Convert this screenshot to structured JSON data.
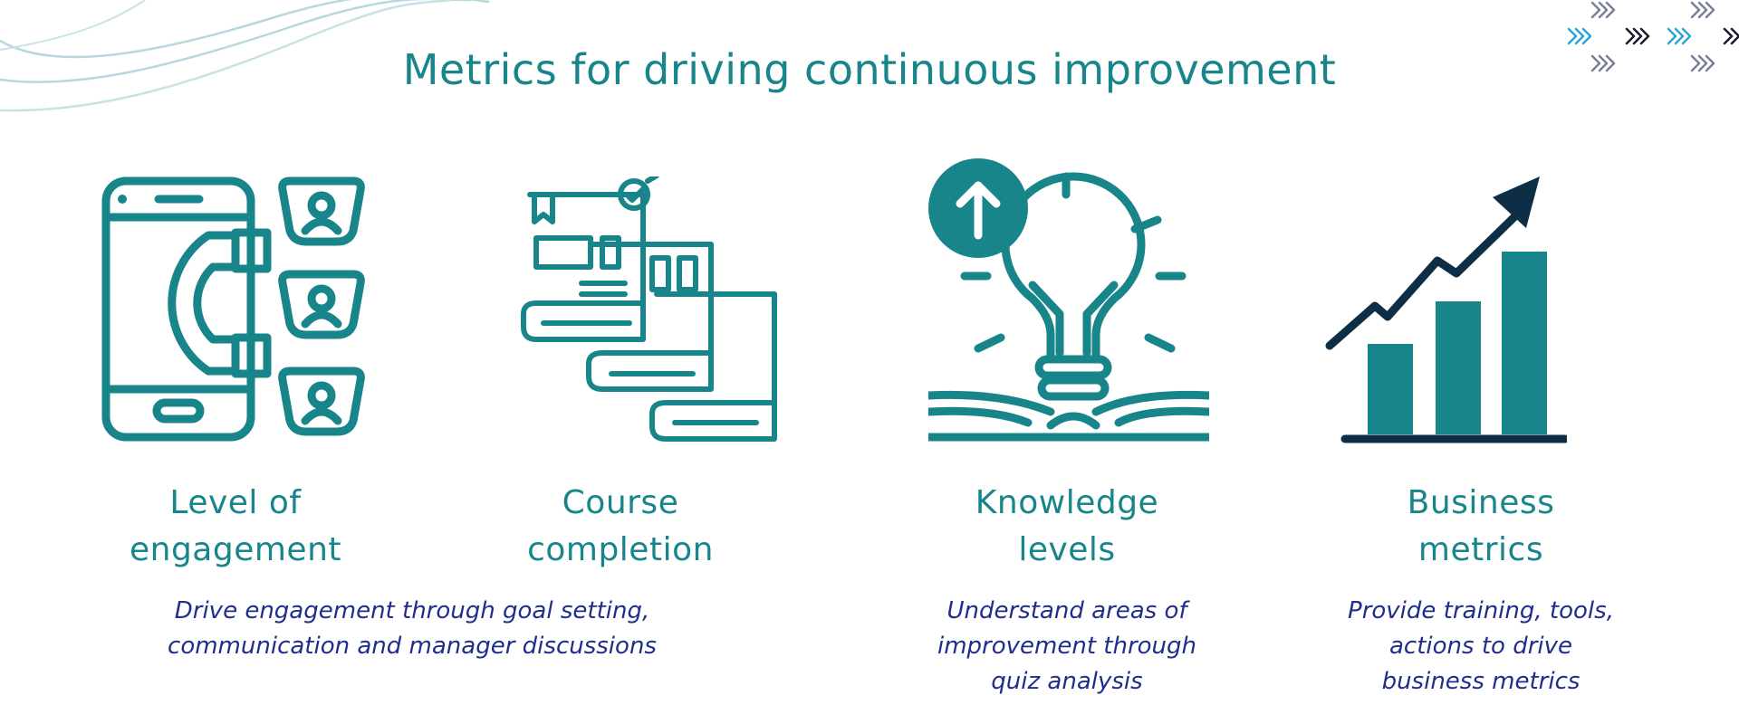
{
  "page": {
    "title": "Metrics for driving continuous improvement"
  },
  "colors": {
    "teal": "#17858a",
    "navy": "#0d2e45",
    "description_blue": "#1f2d8c",
    "wave": "#b7d8dc",
    "chevron_grey": "#7a7f99",
    "chevron_blue": "#2ea6cf",
    "chevron_dark": "#1a1a2e"
  },
  "metrics": [
    {
      "icon": "magnet-phone-engagement-icon",
      "title_lines": [
        "Level of",
        "engagement"
      ]
    },
    {
      "icon": "course-books-completion-icon",
      "title_lines": [
        "Course",
        "completion"
      ]
    },
    {
      "icon": "lightbulb-book-knowledge-icon",
      "title_lines": [
        "Knowledge",
        "levels"
      ]
    },
    {
      "icon": "bar-chart-growth-icon",
      "title_lines": [
        "Business",
        "metrics"
      ]
    }
  ],
  "descriptions": [
    {
      "lines": [
        "Drive engagement through goal setting,",
        "communication and manager discussions"
      ]
    },
    {
      "lines": [
        "Understand areas of",
        "improvement through",
        "quiz analysis"
      ]
    },
    {
      "lines": [
        "Provide training, tools,",
        "actions to drive",
        "business metrics"
      ]
    }
  ]
}
